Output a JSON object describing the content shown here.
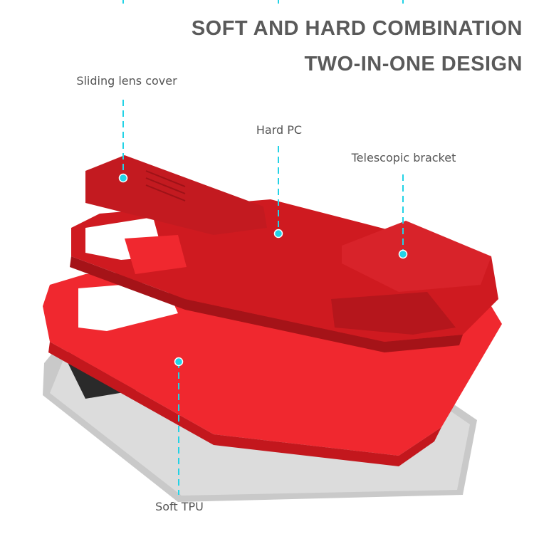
{
  "headline": {
    "line1": "SOFT AND HARD COMBINATION",
    "line2": "TWO-IN-ONE DESIGN"
  },
  "callouts": {
    "sliding_lens_cover": "Sliding lens cover",
    "hard_pc": "Hard PC",
    "telescopic_bracket": "Telescopic bracket",
    "soft_tpu": "Soft TPU"
  },
  "colors": {
    "accent_line": "#22d3e6",
    "hard_pc": "#cf1a20",
    "soft_tpu": "#f0282f",
    "phone": "#c8c8c8",
    "text": "#555555"
  }
}
